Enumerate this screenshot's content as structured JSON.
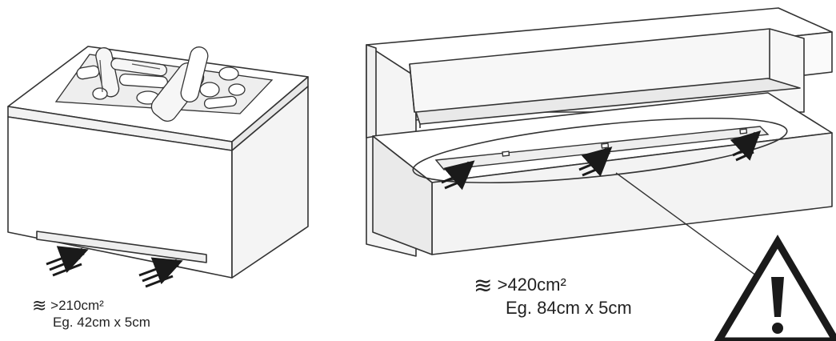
{
  "left_unit": {
    "area": ">210cm²",
    "example": "Eg. 42cm x 5cm",
    "symbol_icon": "airflow-waves-icon"
  },
  "right_unit": {
    "area": ">420cm²",
    "example": "Eg. 84cm x 5cm",
    "symbol_icon": "airflow-waves-icon"
  },
  "warning": {
    "icon": "warning-triangle-icon"
  },
  "colors": {
    "line": "#333333",
    "fill": "#ffffff",
    "shade": "#e6e6e6",
    "arrow": "#1a1a1a"
  }
}
